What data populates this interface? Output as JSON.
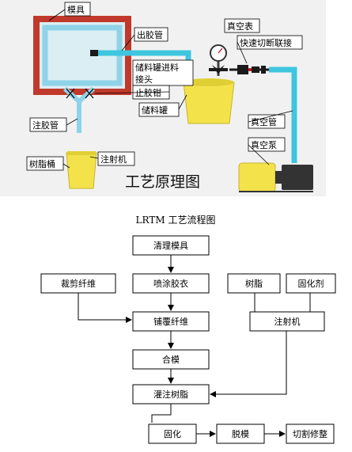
{
  "schematic": {
    "labels": {
      "mold": "模具",
      "outlet_pipe": "出胶管",
      "vacuum_gauge": "真空表",
      "quick_coupling": "快速切断联接",
      "tank_inlet": "储料罐进料接头",
      "stop_clamp": "止胶钳",
      "storage_tank": "储料罐",
      "vacuum_pipe": "真空管",
      "injection_pipe": "注胶管",
      "vacuum_pump": "真空泵",
      "resin_bucket": "树脂桶",
      "injector": "注射机"
    },
    "caption": "工艺原理图"
  },
  "flowchart": {
    "title": "LRTM 工艺流程图",
    "steps": {
      "clean_mold": "清理模具",
      "cut_fiber": "裁剪纤维",
      "spray_gelcoat": "喷涂胶衣",
      "resin": "树脂",
      "curing_agent": "固化剂",
      "lay_fiber": "铺覆纤维",
      "injector": "注射机",
      "close_mold": "合模",
      "inject_resin": "灌注树脂",
      "cure": "固化",
      "demold": "脱模",
      "trim": "切割修整"
    }
  },
  "colors": {
    "mold_red": "#c0392b",
    "cyan": "#3ec6df",
    "light_blue": "#bfe6ef",
    "yellow": "#f3e24a",
    "schematic_bg": "#f1f1f1"
  }
}
